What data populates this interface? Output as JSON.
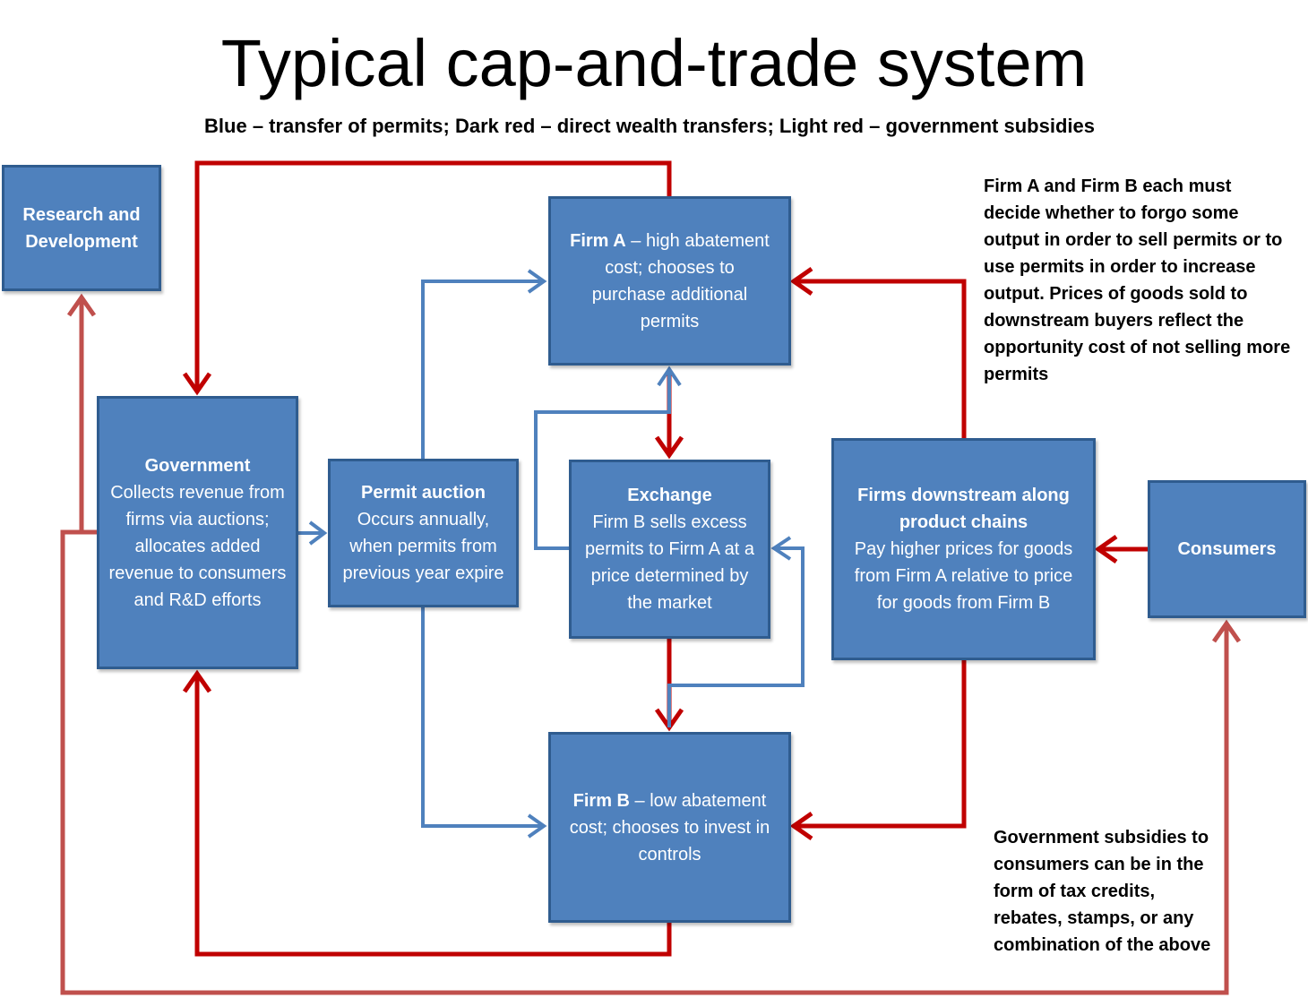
{
  "title": "Typical cap-and-trade system",
  "subtitle": "Blue – transfer of permits; Dark red – direct wealth transfers; Light red – government subsidies",
  "colors": {
    "box_fill": "#4f81bd",
    "box_border": "#2f5c8f",
    "permit_transfer": "#4f81bd",
    "wealth_transfer": "#c00000",
    "subsidy": "#c0504d"
  },
  "nodes": {
    "rd": {
      "head": "Research and Development",
      "body": ""
    },
    "government": {
      "head": "Government",
      "body": "Collects revenue from firms  via auctions; allocates added revenue to consumers and R&D efforts"
    },
    "auction": {
      "head": "Permit auction",
      "body": "Occurs annually, when permits from previous year expire"
    },
    "firm_a": {
      "head": "Firm A",
      "body": " – high abatement cost; chooses to purchase additional permits"
    },
    "exchange": {
      "head": "Exchange",
      "body": "Firm B sells excess permits to Firm A at a price determined by the market"
    },
    "firm_b": {
      "head": "Firm B",
      "body": " – low abatement cost; chooses to invest in controls"
    },
    "downstream": {
      "head": "Firms downstream along product chains",
      "body": "Pay  higher prices  for goods from Firm A relative to price for goods from Firm B"
    },
    "consumers": {
      "head": "Consumers",
      "body": ""
    }
  },
  "notes": {
    "firms_note": "Firm A and Firm B each must decide whether to forgo some output in order to sell permits or to use permits in order to increase output.  Prices of goods sold to downstream buyers reflect the opportunity cost of not selling more permits",
    "subsidy_note": "Government subsidies to consumers can be in the form of tax credits, rebates, stamps, or any combination of the above"
  }
}
